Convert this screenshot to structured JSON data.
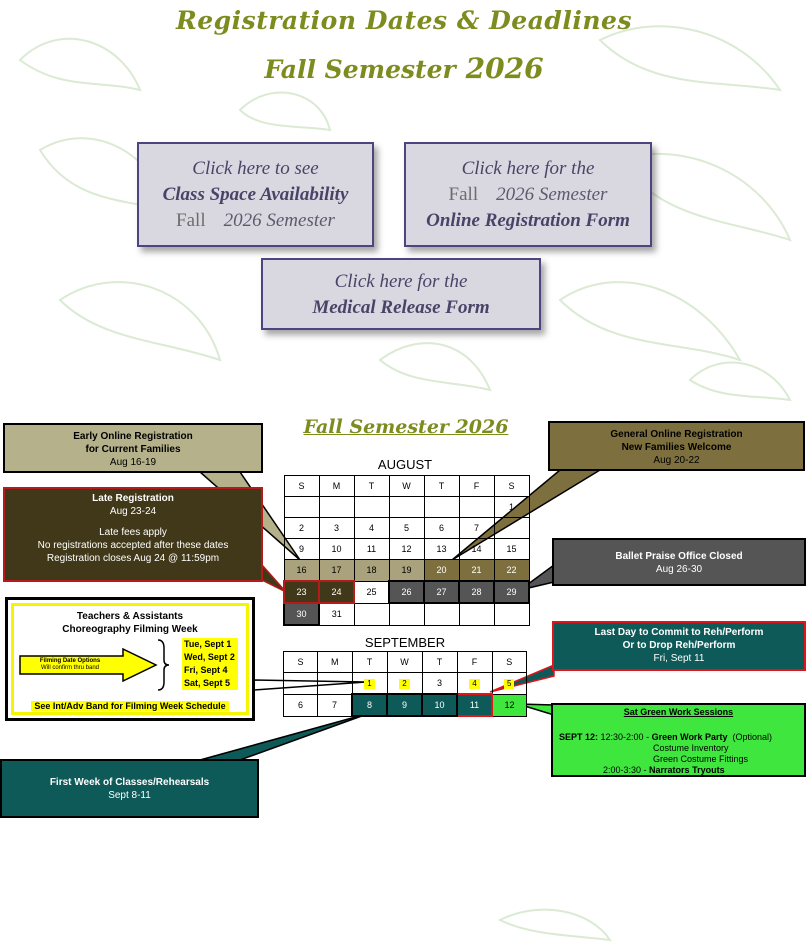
{
  "header": {
    "title": "Registration Dates & Deadlines",
    "subtitle": "Fall Semester",
    "year": "2026"
  },
  "links": {
    "space": {
      "line1": "Click here to see",
      "line2": "Class Space Availability",
      "fall": "Fall",
      "semester": "2026 Semester"
    },
    "online": {
      "line1": "Click here for the",
      "fall": "Fall",
      "semester": "2026 Semester",
      "line3": "Online Registration Form"
    },
    "medical": {
      "line1": "Click here for the",
      "line2": "Medical Release Form"
    }
  },
  "calendar": {
    "heading": "Fall Semester 2026",
    "weekdays": [
      "S",
      "M",
      "T",
      "W",
      "T",
      "F",
      "S"
    ],
    "august": {
      "name": "AUGUST",
      "rows": [
        [
          "",
          "",
          "",
          "",
          "",
          "",
          "1"
        ],
        [
          "2",
          "3",
          "4",
          "5",
          "6",
          "7",
          ""
        ],
        [
          "9",
          "10",
          "11",
          "12",
          "13",
          "14",
          "15"
        ],
        [
          "16",
          "17",
          "18",
          "19",
          "20",
          "21",
          "22"
        ],
        [
          "23",
          "24",
          "25",
          "26",
          "27",
          "28",
          "29"
        ],
        [
          "30",
          "31",
          "",
          "",
          "",
          "",
          ""
        ]
      ]
    },
    "september": {
      "name": "SEPTEMBER",
      "row1": [
        "",
        "",
        "1",
        "2",
        "3",
        "4",
        "5"
      ],
      "row2": [
        "6",
        "7",
        "8",
        "9",
        "10",
        "11",
        "12"
      ]
    }
  },
  "callouts": {
    "early": {
      "title1": "Early Online Registration",
      "title2": "for Current Families",
      "dates": "Aug 16-19"
    },
    "general": {
      "title1": "General Online Registration",
      "title2": "New Families Welcome",
      "dates": "Aug 20-22"
    },
    "late": {
      "title": "Late Registration",
      "dates": "Aug 23-24",
      "note1": "Late fees apply",
      "note2": "No registrations accepted after these dates",
      "note3": "Registration closes Aug 24 @ 11:59pm"
    },
    "office": {
      "title": "Ballet Praise Office Closed",
      "dates": "Aug 26-30"
    },
    "teachers": {
      "title1": "Teachers & Assistants",
      "title2": "Choreography Filming Week",
      "arrow1": "Filming Date Options",
      "arrow2": "Will confirm thru band",
      "days": [
        "Tue, Sept 1",
        "Wed, Sept 2",
        "Fri, Sept 4",
        "Sat,  Sept 5"
      ],
      "footer": "See Int/Adv Band for Filming Week Schedule"
    },
    "lastday": {
      "title1": "Last Day to Commit to Reh/Perform",
      "title2": "Or to Drop Reh/Perform",
      "dates": "Fri, Sept 11"
    },
    "firstweek": {
      "title": "First Week of Classes/Rehearsals",
      "dates": "Sept 8-11"
    },
    "green": {
      "title": "Sat Green Work Sessions",
      "sept12": "SEPT 12:",
      "time1": "12:30-2:00 -",
      "item1": "Green Work Party",
      "optional": "(Optional)",
      "item2": "Costume Inventory",
      "item3": "Green Costume Fittings",
      "time2": "2:00-3:30 -",
      "item4": "Narrators Tryouts"
    }
  },
  "colors": {
    "title": "#7d8c1e",
    "link_bg": "#d9d8e1",
    "late_bg": "#403818",
    "office_bg": "#555555",
    "general_bg": "#7e703e",
    "teal": "#0e5a59",
    "green": "#3ee63e"
  }
}
